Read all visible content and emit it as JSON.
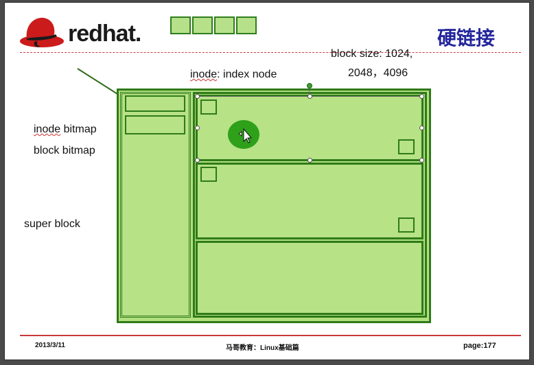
{
  "header": {
    "logo_text": "redhat.",
    "title": "硬链接"
  },
  "labels": {
    "block_size_line1": "block size: 1024,",
    "block_size_line2": "2048，4096",
    "inode_prefix": "inode",
    "inode_rest": ": index node",
    "inode_bitmap_prefix": "inode",
    "inode_bitmap_rest": " bitmap",
    "block_bitmap": "block bitmap",
    "super_block": "super block"
  },
  "footer": {
    "date": "2013/3/11",
    "center": "马哥教育：Linux基础篇",
    "page": "page:177"
  },
  "colors": {
    "block_fill": "#b2e07f",
    "block_border": "#2f7a19",
    "title_color": "#23269b",
    "rule_color": "#c83a3a",
    "logo_red": "#cc1b1b"
  },
  "icons": [
    "redhat-logo-icon",
    "move-cursor-icon",
    "arrow-line"
  ]
}
